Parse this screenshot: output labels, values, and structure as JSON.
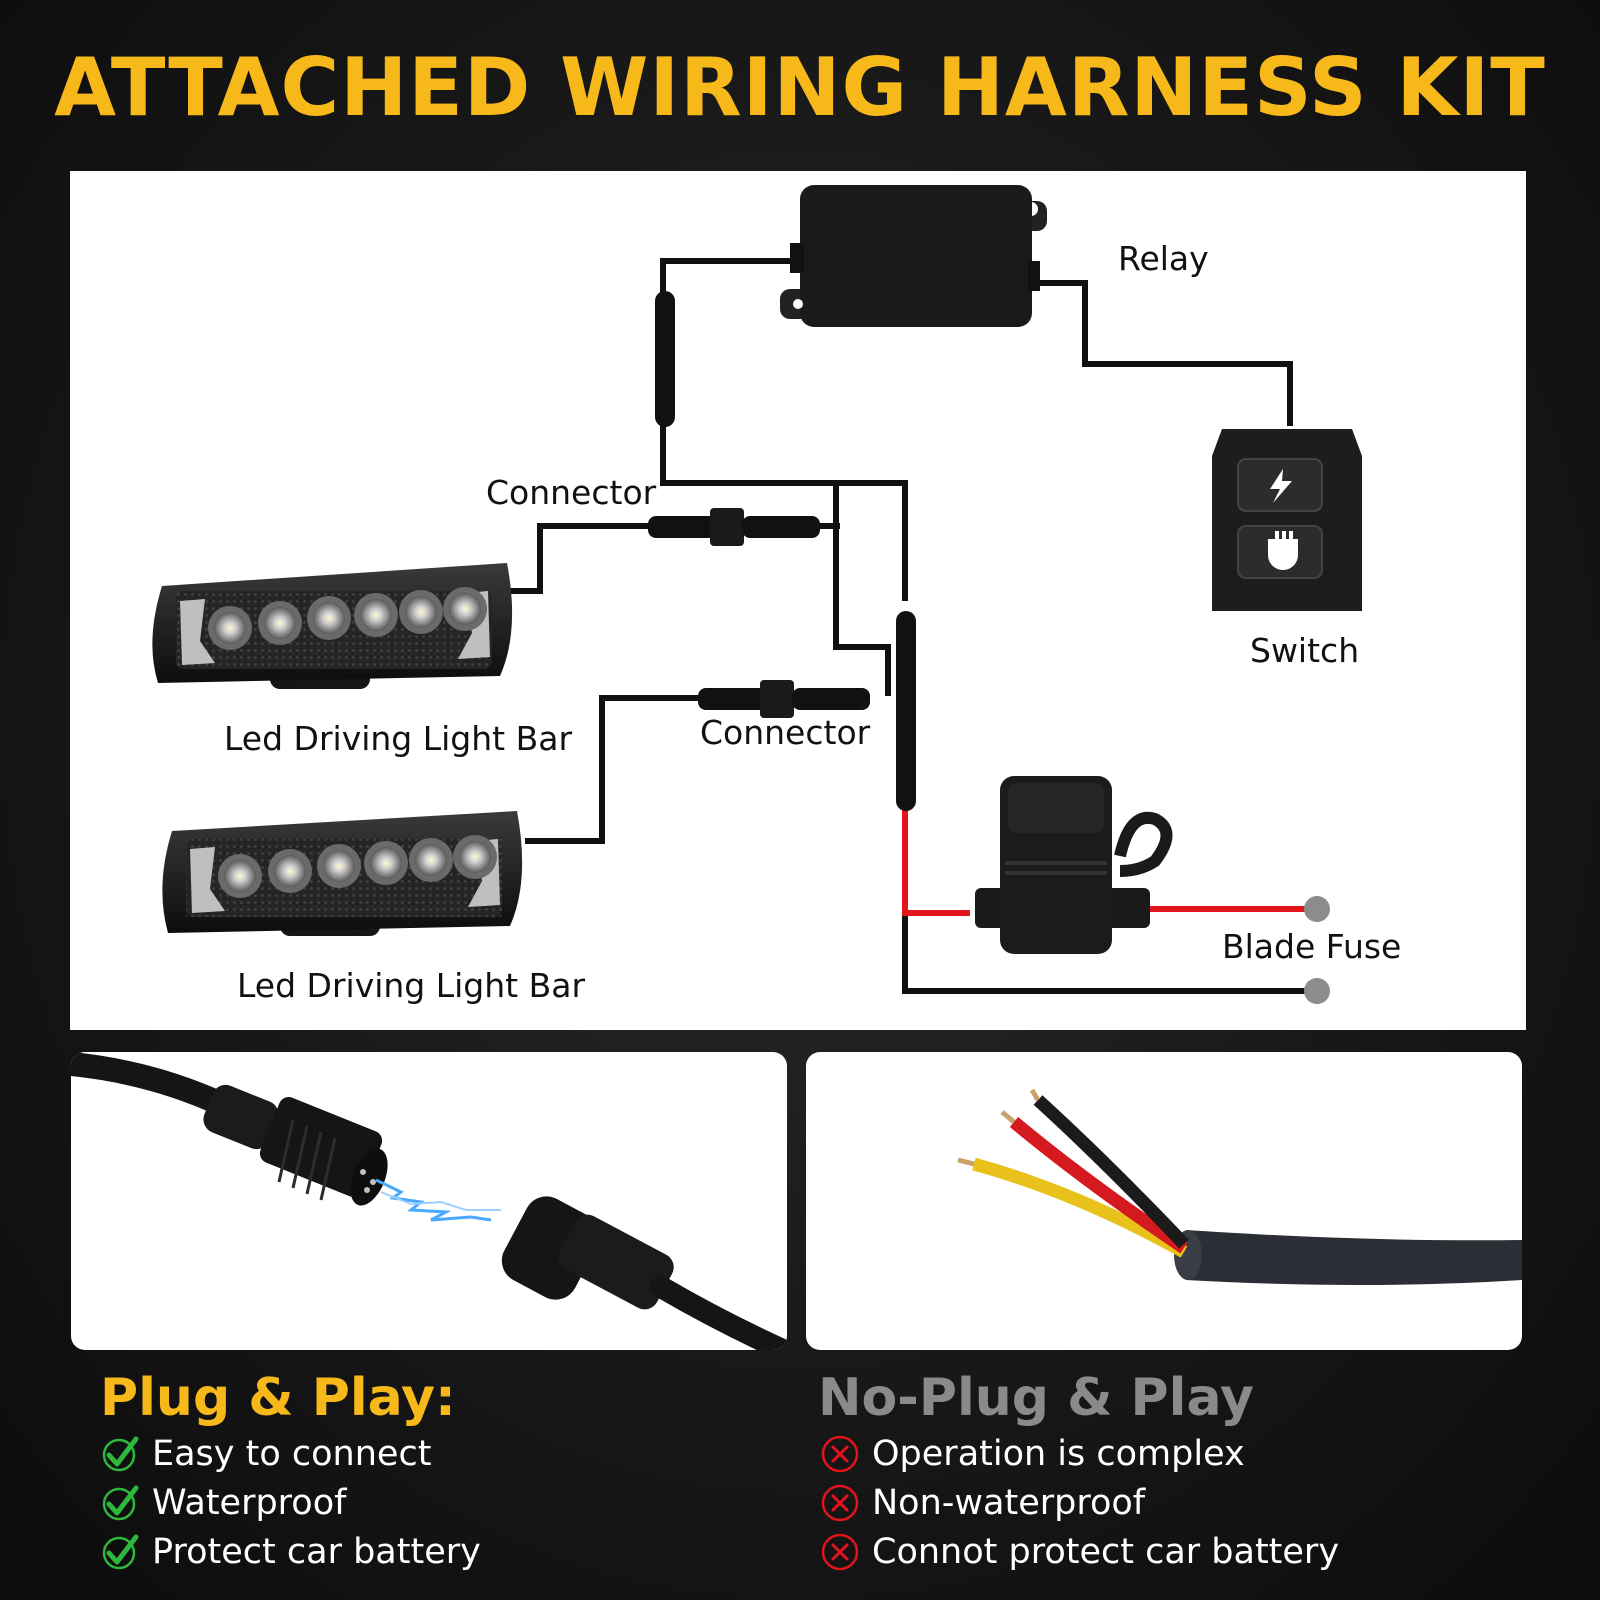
{
  "title": "ATTACHED WIRING HARNESS KIT",
  "diagram": {
    "labels": {
      "relay": "Relay",
      "switch": "Switch",
      "connector_top": "Connector",
      "connector_bottom": "Connector",
      "light_bar_top": "Led Driving Light Bar",
      "light_bar_bottom": "Led Driving Light Bar",
      "blade_fuse": "Blade Fuse"
    },
    "wire_colors": {
      "ground": "#111111",
      "power": "#e3141c"
    }
  },
  "comparison": {
    "plug": {
      "heading": "Plug & Play:",
      "heading_color": "#f7b81a",
      "icon": "check-icon",
      "icon_color": "#2db83d",
      "items": [
        "Easy to connect",
        "Waterproof",
        "Protect car battery"
      ]
    },
    "noplug": {
      "heading": "No-Plug & Play",
      "heading_color": "#8a8a8a",
      "icon": "cross-circle-icon",
      "icon_color": "#e3141c",
      "items": [
        "Operation is complex",
        "Non-waterproof",
        "Connot protect car battery"
      ]
    }
  }
}
